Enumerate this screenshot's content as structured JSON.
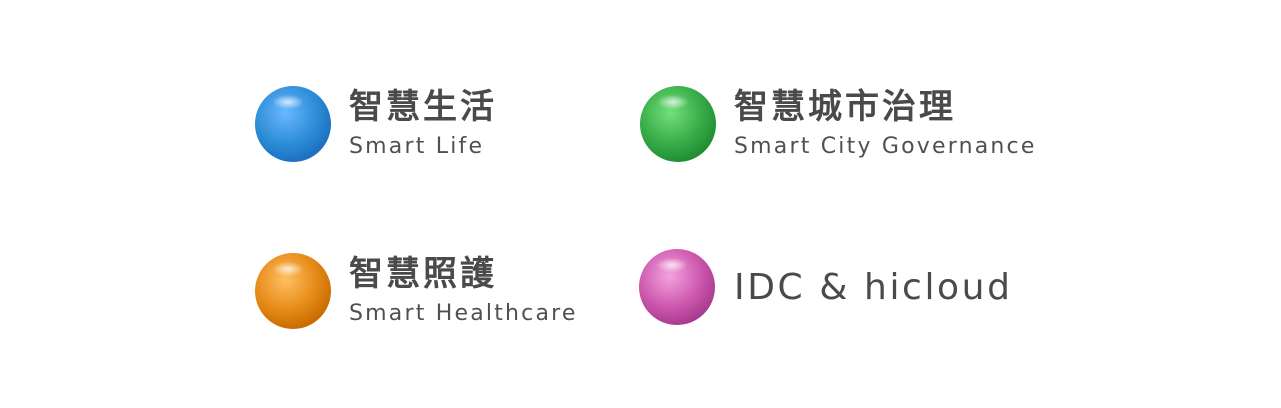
{
  "items": [
    {
      "title_zh": "智慧生活",
      "title_en": "Smart Life",
      "color": "#2f8fd8"
    },
    {
      "title_zh": "智慧城市治理",
      "title_en": "Smart City Governance",
      "color": "#3aae4a"
    },
    {
      "title_zh": "智慧照護",
      "title_en": "Smart Healthcare",
      "color": "#e78b1a"
    },
    {
      "title": "IDC & hicloud",
      "color": "#cf5ab0"
    }
  ]
}
